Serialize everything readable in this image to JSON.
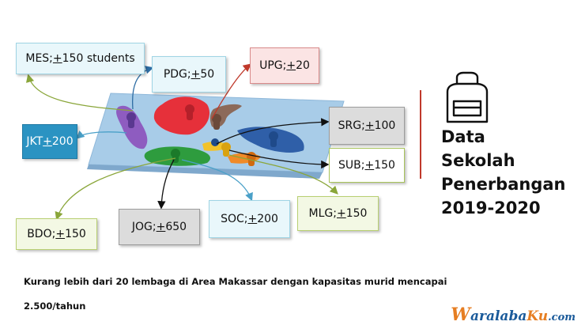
{
  "labels": {
    "mes": {
      "pre": "MES; ",
      "sign": "+",
      "post": "150 students"
    },
    "pdg": {
      "pre": "PDG; ",
      "sign": "+",
      "post": " 50"
    },
    "upg": {
      "pre": "UPG; ",
      "sign": "+",
      "post": " 20"
    },
    "jkt": {
      "pre": "JKT",
      "sign": "+",
      "post": "200"
    },
    "srg": {
      "pre": "SRG; ",
      "sign": "+",
      "post": " 100"
    },
    "sub": {
      "pre": "SUB; ",
      "sign": "+",
      "post": " 150"
    },
    "bdo": {
      "pre": "BDO; ",
      "sign": "+",
      "post": " 150"
    },
    "jog": {
      "pre": "JOG; ",
      "sign": "+",
      "post": " 650"
    },
    "soc": {
      "pre": "SOC; ",
      "sign": "+",
      "post": " 200"
    },
    "mlg": {
      "pre": "MLG; ",
      "sign": "+",
      "post": " 150"
    }
  },
  "title": {
    "line1": "Data",
    "line2": "Sekolah",
    "line3": "Penerbangan",
    "line4": "2019-2020"
  },
  "caption": {
    "line1": "Kurang lebih dari 20 lembaga di Area Makassar dengan kapasitas murid mencapai",
    "line2": "2.500/tahun"
  },
  "logo": {
    "part1": "W",
    "part2": "aralaba",
    "part3": "Ku",
    "part4": ".com"
  },
  "icons": {
    "title_icon": "backpack-icon"
  },
  "colors": {
    "accent_line": "#c0392b",
    "logo_orange": "#e67e22",
    "logo_blue": "#1a5a9a"
  }
}
